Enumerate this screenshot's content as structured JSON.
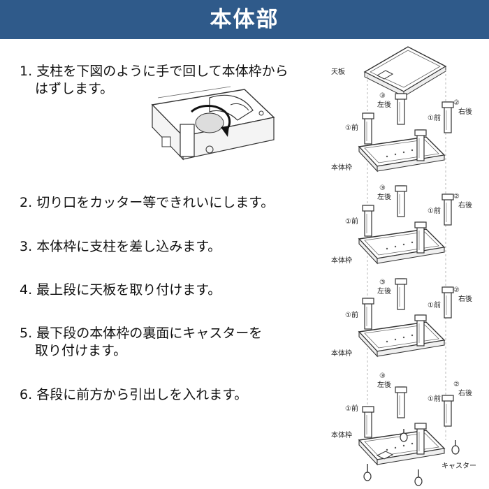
{
  "header": {
    "title": "本体部"
  },
  "steps": [
    {
      "number": "1.",
      "line1": "支柱を下図のように手で回して本体枠から",
      "line2": "はずします。"
    },
    {
      "number": "2.",
      "line1": "切り口をカッター等できれいにします。",
      "line2": ""
    },
    {
      "number": "3.",
      "line1": "本体枠に支柱を差し込みます。",
      "line2": ""
    },
    {
      "number": "4.",
      "line1": "最上段に天板を取り付けます。",
      "line2": ""
    },
    {
      "number": "5.",
      "line1": "最下段の本体枠の裏面にキャスターを",
      "line2": "取り付けます。"
    },
    {
      "number": "6.",
      "line1": "各段に前方から引出しを入れます。",
      "line2": ""
    }
  ],
  "diagram": {
    "top_board": "天板",
    "frame": "本体枠",
    "front": "①前",
    "left_back_num": "③",
    "left_back": "左後",
    "right_back_num": "②",
    "right_back": "右後",
    "caster": "キャスター"
  },
  "colors": {
    "header_bg": "#2f5a8a",
    "header_text": "#ffffff",
    "line_art": "#333333"
  }
}
